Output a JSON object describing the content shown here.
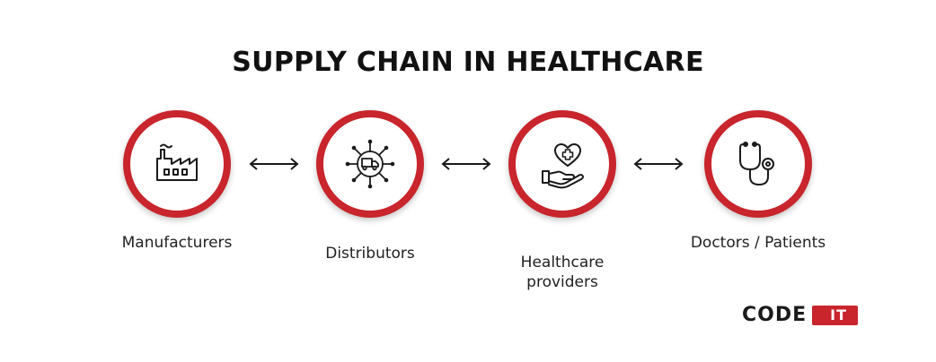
{
  "title": "SUPPLY CHAIN IN HEALTHCARE",
  "colors": {
    "ring": "#c8252d",
    "text": "#111111",
    "logo_accent": "#c8252d"
  },
  "nodes": [
    {
      "label": "Manufacturers",
      "icon": "factory-icon"
    },
    {
      "label": "Distributors",
      "icon": "delivery-truck-network-icon"
    },
    {
      "label": "Healthcare\nproviders",
      "icon": "heart-in-hand-icon"
    },
    {
      "label": "Doctors / Patients",
      "icon": "stethoscope-icon"
    }
  ],
  "connectors": [
    {
      "icon": "bidirectional-arrow-icon"
    },
    {
      "icon": "bidirectional-arrow-icon"
    },
    {
      "icon": "bidirectional-arrow-icon"
    }
  ],
  "logo": {
    "text": "CODE",
    "badge": "IT"
  }
}
